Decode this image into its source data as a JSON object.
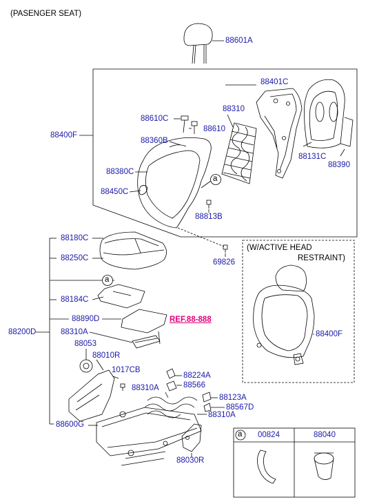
{
  "title": "(PASENGER SEAT)",
  "callouts": {
    "c88601A": "88601A",
    "c88401C": "88401C",
    "c88610C": "88610C",
    "c88310": "88310",
    "c88610": "88610",
    "c88400F_top": "88400F",
    "c88360B": "88360B",
    "c88131C": "88131C",
    "c88390": "88390",
    "c88380C": "88380C",
    "c88450C": "88450C",
    "c88813B": "88813B",
    "c69826": "69826",
    "c88180C": "88180C",
    "c88250C": "88250C",
    "c88184C": "88184C",
    "c88890D": "88890D",
    "c88200D": "88200D",
    "c88310A_1": "88310A",
    "c88053": "88053",
    "c88010R": "88010R",
    "c1017CB": "1017CB",
    "c88224A": "88224A",
    "c88310A_2": "88310A",
    "c88566": "88566",
    "c88123A": "88123A",
    "c88567D": "88567D",
    "c88310A_3": "88310A",
    "c88600G": "88600G",
    "c88030R": "88030R",
    "c88400F_active": "88400F"
  },
  "ref_link": "REF.88-888",
  "circle_marker": "a",
  "active_restraint": {
    "line1": "(W/ACTIVE HEAD",
    "line2": "RESTRAINT)"
  },
  "legend": {
    "marker": "a",
    "part1": "00824",
    "part2": "88040"
  },
  "colors": {
    "callout_text": "#1a1aa8",
    "ref_link": "#e0007a",
    "line": "#000000"
  }
}
